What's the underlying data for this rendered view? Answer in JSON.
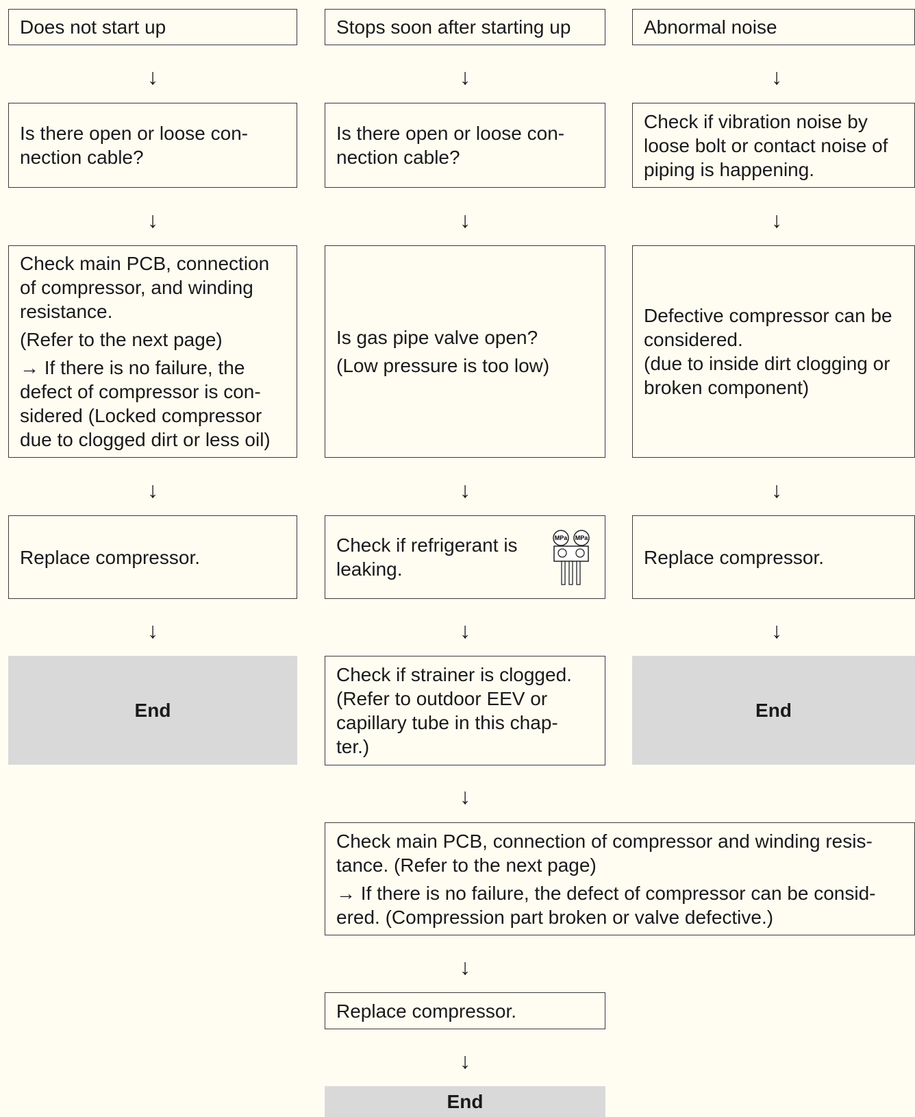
{
  "columns": {
    "left": {
      "header": "Does not start up",
      "step1": "Is there open or loose con-\nnection cable?",
      "step2_lines": [
        "Check main PCB, connection\nof compressor, and winding\nresistance.",
        "(Refer to the next page)",
        "→ If there is no failure, the\ndefect of compressor is con-\nsidered (Locked compressor\ndue to clogged dirt or less oil)"
      ],
      "step3": "Replace compressor.",
      "end": "End"
    },
    "middle": {
      "header": "Stops soon after starting up",
      "step1": "Is there open or loose con-\nnection cable?",
      "step2_lines": [
        "Is gas pipe valve open?",
        "(Low pressure is too low)"
      ],
      "step3": "Check if refrigerant is\nleaking.",
      "step3_gauge_labels": [
        "MPa",
        "MPa"
      ],
      "step4": "Check if strainer is clogged.\n(Refer to outdoor EEV or\ncapillary tube in this chap-\nter.)",
      "step5_lines": [
        "Check main PCB, connection of compressor and winding resis-\ntance. (Refer to the next page)",
        "→ If there is no failure, the defect of compressor can be consid-\nered. (Compression part broken or valve defective.)"
      ],
      "step6": "Replace compressor.",
      "end": "End"
    },
    "right": {
      "header": "Abnormal noise",
      "step1": "Check if vibration noise by\nloose bolt or contact noise of\npiping is happening.",
      "step2": "Defective compressor can be\nconsidered.\n(due to inside dirt clogging or\nbroken component)",
      "step3": "Replace compressor.",
      "end": "End"
    }
  },
  "arrow_glyph": "↓",
  "colors": {
    "background": "#fffdf2",
    "end_box": "#d9d9d9",
    "border": "#3a3a3a"
  }
}
